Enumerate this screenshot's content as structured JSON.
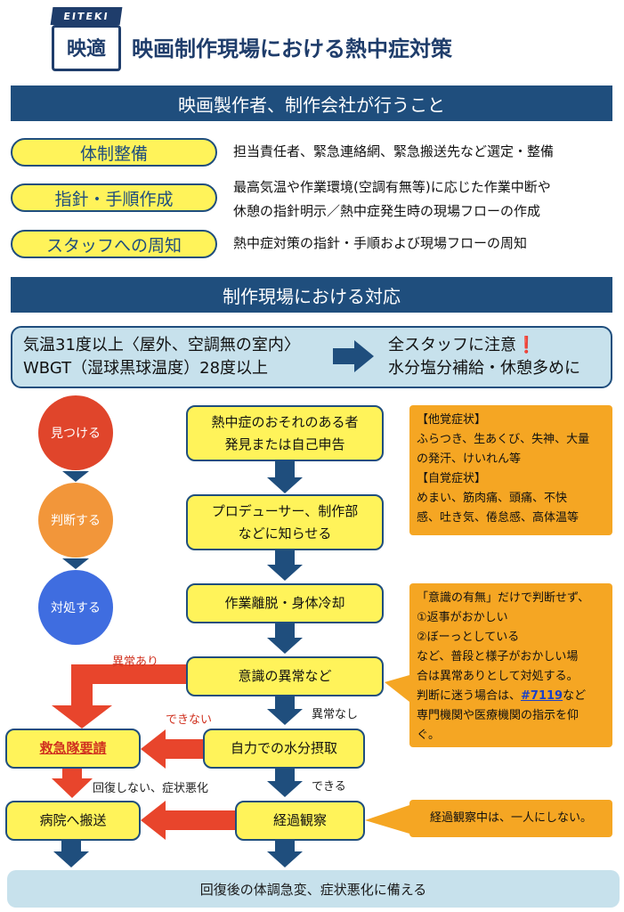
{
  "header": {
    "logo_clap": "EITEKI",
    "logo_text": "映適",
    "title": "映画制作現場における熱中症対策"
  },
  "section1": {
    "title": "映画製作者、制作会社が行うこと",
    "items": [
      {
        "label": "体制整備",
        "desc": [
          "担当責任者、緊急連絡網、緊急搬送先など選定・整備"
        ]
      },
      {
        "label": "指針・手順作成",
        "desc": [
          "最高気温や作業環境(空調有無等)に応じた作業中断や",
          "休憩の指針明示／熱中症発生時の現場フローの作成"
        ]
      },
      {
        "label": "スタッフへの周知",
        "desc": [
          "熱中症対策の指針・手順および現場フローの周知"
        ]
      }
    ]
  },
  "section2": {
    "title": "制作現場における対応",
    "condition": {
      "line1": "気温31度以上〈屋外、空調無の室内〉",
      "line2": "WBGT（湿球黒球温度）28度以上",
      "result1": "全スタッフに注意❗",
      "result2": "水分塩分補給・休憩多めに"
    }
  },
  "steps": {
    "find": "見つける",
    "judge": "判断する",
    "handle": "対処する"
  },
  "flow": {
    "node1": [
      "熱中症のおそれのある者",
      "発見または自己申告"
    ],
    "node2": [
      "プロデューサー、制作部",
      "などに知らせる"
    ],
    "node3": "作業離脱・身体冷却",
    "node4": "意識の異常など",
    "node5": "自力での水分摂取",
    "node6": "経過観察",
    "emergency": "救急隊要請",
    "hospital": "病院へ搬送",
    "label_abnormal": "異常あり",
    "label_normal": "異常なし",
    "label_cannot": "できない",
    "label_can": "できる",
    "label_worse": "回復しない、症状悪化"
  },
  "notes": {
    "symptoms_other_title": "【他覚症状】",
    "symptoms_other": [
      "ふらつき、生あくび、失神、大量",
      "の発汗、けいれん等"
    ],
    "symptoms_self_title": "【自覚症状】",
    "symptoms_self": [
      "めまい、筋肉痛、頭痛、不快",
      "感、吐き気、倦怠感、高体温等"
    ],
    "consciousness": [
      "「意識の有無」だけで判断せず、",
      "①返事がおかしい",
      "②ぼーっとしている",
      "など、普段と様子がおかしい場",
      "合は異常ありとして対処する。"
    ],
    "consult_pre": "判断に迷う場合は、",
    "consult_link": "#7119",
    "consult_post": "など",
    "consult_more": [
      "専門機関や医療機関の指示を仰",
      "ぐ。"
    ],
    "observe": "経過観察中は、一人にしない。"
  },
  "footer": "回復後の体調急変、症状悪化に備える",
  "colors": {
    "navy": "#1f4e7d",
    "yellow": "#fff35a",
    "orange": "#f5a623",
    "red_circle": "#e0452b",
    "orange_circle": "#f2963a",
    "blue_circle": "#3f6de0",
    "alert_red": "#e8452c",
    "light_blue": "#c7e1ec"
  }
}
